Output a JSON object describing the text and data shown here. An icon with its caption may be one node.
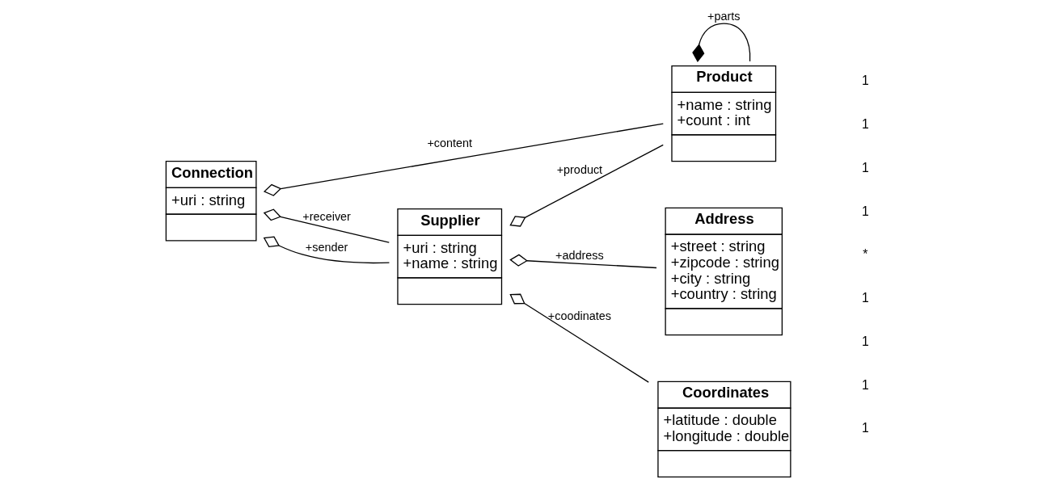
{
  "diagram": {
    "nodes": [
      {
        "text": [
          "Connection",
          "+uri : string"
        ]
      },
      {
        "text": [
          "Supplier",
          "+uri : string",
          "+name : string"
        ]
      },
      {
        "text": [
          "Product",
          "+name : string",
          "+count : int"
        ]
      },
      {
        "text": [
          "Address",
          "+street : string",
          "+zipcode : string",
          "+city : string",
          "+country : string"
        ]
      },
      {
        "text": [
          "Coordinates",
          "+latitude : double",
          "+longitude : double"
        ]
      }
    ],
    "edges": [
      {
        "from": 2,
        "to": 0,
        "arrow": "other",
        "label": "+content"
      },
      {
        "from": 1,
        "to": 0,
        "arrow": "other",
        "label": "+receiver"
      },
      {
        "from": 1,
        "to": 0,
        "arrow": "other",
        "label": "+sender"
      },
      {
        "from": 2,
        "to": 1,
        "arrow": "other",
        "label": "+product"
      },
      {
        "from": 2,
        "to": 2,
        "arrow": "other",
        "label": "+parts"
      },
      {
        "from": 3,
        "to": 1,
        "arrow": "other",
        "label": "+address"
      },
      {
        "from": 4,
        "to": 1,
        "arrow": "other",
        "label": "+coodinates"
      }
    ],
    "labels": [
      "1",
      "1",
      "1",
      "1",
      "*",
      "1",
      "1",
      "1",
      "1"
    ]
  }
}
